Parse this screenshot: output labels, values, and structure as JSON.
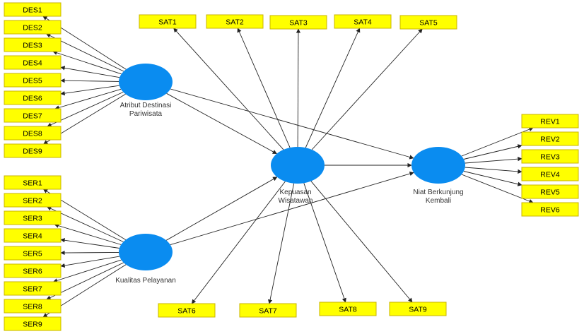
{
  "diagram": {
    "style": {
      "indicator_fill": "#ffff00",
      "indicator_stroke": "#c8b400",
      "latent_fill": "#0a8cf0",
      "arrow_color": "#222222"
    },
    "latents": [
      {
        "id": "ATR",
        "label_lines": [
          "Atribut Destinasi",
          "Pariwisata"
        ]
      },
      {
        "id": "KUA",
        "label_lines": [
          "Kualitas Pelayanan"
        ]
      },
      {
        "id": "KEP",
        "label_lines": [
          "Kepuasan",
          "Wisatawan"
        ]
      },
      {
        "id": "NIA",
        "label_lines": [
          "Niat Berkunjung",
          "Kembali"
        ]
      }
    ],
    "indicators": [
      {
        "label": "DES1",
        "latent": "ATR"
      },
      {
        "label": "DES2",
        "latent": "ATR"
      },
      {
        "label": "DES3",
        "latent": "ATR"
      },
      {
        "label": "DES4",
        "latent": "ATR"
      },
      {
        "label": "DES5",
        "latent": "ATR"
      },
      {
        "label": "DES6",
        "latent": "ATR"
      },
      {
        "label": "DES7",
        "latent": "ATR"
      },
      {
        "label": "DES8",
        "latent": "ATR"
      },
      {
        "label": "DES9",
        "latent": "ATR"
      },
      {
        "label": "SER1",
        "latent": "KUA"
      },
      {
        "label": "SER2",
        "latent": "KUA"
      },
      {
        "label": "SER3",
        "latent": "KUA"
      },
      {
        "label": "SER4",
        "latent": "KUA"
      },
      {
        "label": "SER5",
        "latent": "KUA"
      },
      {
        "label": "SER6",
        "latent": "KUA"
      },
      {
        "label": "SER7",
        "latent": "KUA"
      },
      {
        "label": "SER8",
        "latent": "KUA"
      },
      {
        "label": "SER9",
        "latent": "KUA"
      },
      {
        "label": "SAT1",
        "latent": "KEP"
      },
      {
        "label": "SAT2",
        "latent": "KEP"
      },
      {
        "label": "SAT3",
        "latent": "KEP"
      },
      {
        "label": "SAT4",
        "latent": "KEP"
      },
      {
        "label": "SAT5",
        "latent": "KEP"
      },
      {
        "label": "SAT6",
        "latent": "KEP"
      },
      {
        "label": "SAT7",
        "latent": "KEP"
      },
      {
        "label": "SAT8",
        "latent": "KEP"
      },
      {
        "label": "SAT9",
        "latent": "KEP"
      },
      {
        "label": "REV1",
        "latent": "NIA"
      },
      {
        "label": "REV2",
        "latent": "NIA"
      },
      {
        "label": "REV3",
        "latent": "NIA"
      },
      {
        "label": "REV4",
        "latent": "NIA"
      },
      {
        "label": "REV5",
        "latent": "NIA"
      },
      {
        "label": "REV6",
        "latent": "NIA"
      }
    ],
    "paths": [
      {
        "from": "ATR",
        "to": "KEP"
      },
      {
        "from": "ATR",
        "to": "NIA"
      },
      {
        "from": "KUA",
        "to": "KEP"
      },
      {
        "from": "KUA",
        "to": "NIA"
      },
      {
        "from": "KEP",
        "to": "NIA"
      }
    ]
  }
}
